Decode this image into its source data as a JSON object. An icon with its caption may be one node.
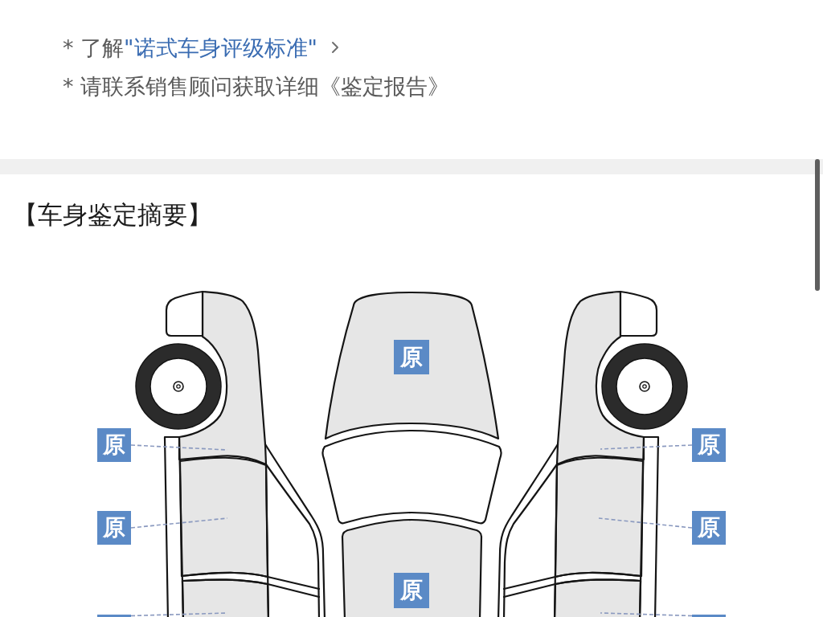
{
  "diagram": {
    "title": "【车身鉴定摘要】",
    "nodes": [
      {
        "text": [
          "原"
        ]
      },
      {
        "text": [
          "原"
        ]
      },
      {
        "text": [
          "原"
        ]
      },
      {
        "text": [
          "原"
        ]
      },
      {
        "text": [
          "原"
        ]
      },
      {
        "text": [
          "原"
        ]
      },
      {
        "text": [],
        "shape": "box"
      },
      {
        "text": [],
        "shape": "box"
      },
      {
        "text": [],
        "shape": "picture"
      },
      {
        "text": [],
        "shape": "box"
      },
      {
        "text": [],
        "shape": "box"
      },
      {
        "text": [],
        "shape": "picture"
      },
      {
        "text": [],
        "shape": "box"
      },
      {
        "text": [],
        "shape": "box"
      }
    ],
    "edges": [
      {
        "from": 1,
        "to": 8,
        "arrow": "none",
        "style": "dashed"
      },
      {
        "from": 3,
        "to": 9,
        "arrow": "none",
        "style": "dashed"
      },
      {
        "from": 6,
        "to": 10,
        "arrow": "none",
        "style": "dashed"
      },
      {
        "from": 2,
        "to": 11,
        "arrow": "none",
        "style": "dashed"
      },
      {
        "from": 4,
        "to": 12,
        "arrow": "none",
        "style": "dashed"
      },
      {
        "from": 7,
        "to": 13,
        "arrow": "none",
        "style": "dashed"
      }
    ],
    "labels": [
      "* 了解",
      "\"诺式车身评级标准\"",
      "* 请联系销售顾问获取详细《鉴定报告》"
    ]
  }
}
